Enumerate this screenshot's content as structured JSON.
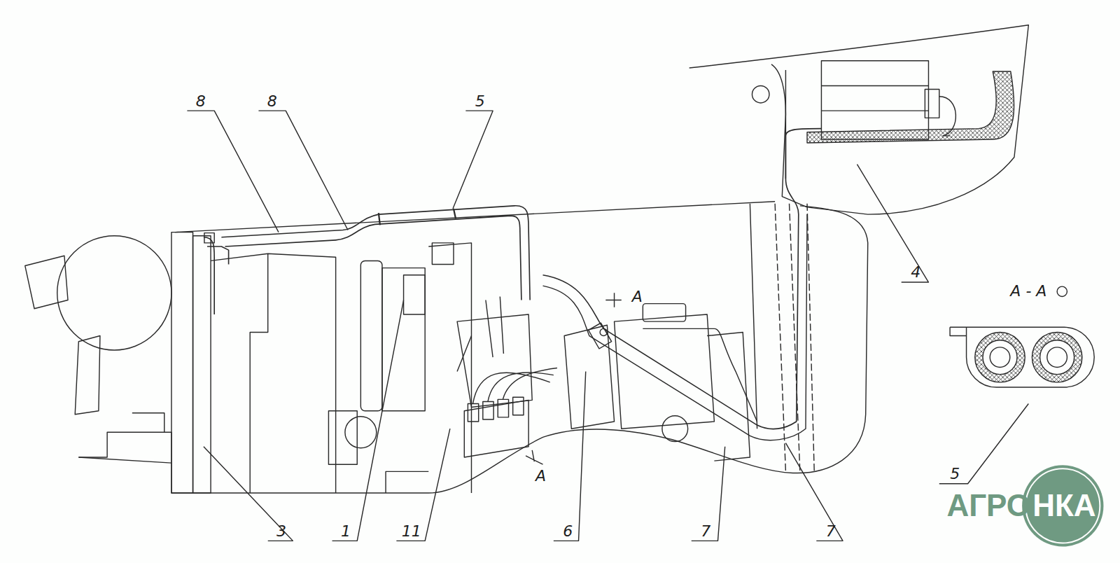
{
  "diagram": {
    "labels": [
      "8",
      "8",
      "5",
      "А - А",
      "4",
      "5",
      "3",
      "1",
      "11",
      "6",
      "7",
      "7",
      "А",
      "А",
      "АГРО",
      "НКА"
    ]
  }
}
